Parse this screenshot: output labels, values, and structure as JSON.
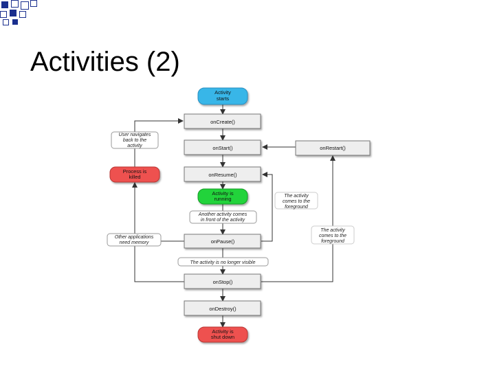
{
  "slide": {
    "title": "Activities (2)"
  },
  "colors": {
    "blue": "#39b6e8",
    "green": "#22d33a",
    "red": "#ee5150",
    "box_fill": "#eeeeee",
    "box_border": "#777777",
    "line": "#333333",
    "deco": "#1a2f8e"
  },
  "diagram": {
    "start": [
      "Activity",
      "starts"
    ],
    "on_create": "onCreate()",
    "user_navigates": [
      "User navigates",
      "back to the",
      "activity"
    ],
    "on_start": "onStart()",
    "on_restart": "onRestart()",
    "process_killed": [
      "Process is",
      "killed"
    ],
    "on_resume": "onResume()",
    "running": [
      "Activity is",
      "running"
    ],
    "foreground_1": [
      "The activity",
      "comes to the",
      "foreground"
    ],
    "another_activity": [
      "Another activity comes",
      "in front of the activity"
    ],
    "other_apps": [
      "Other applications",
      "need memory"
    ],
    "on_pause": "onPause()",
    "foreground_2": [
      "The activity",
      "comes to the",
      "foreground"
    ],
    "no_longer_visible": "The activity is no longer visible",
    "on_stop": "onStop()",
    "on_destroy": "onDestroy()",
    "shut_down": [
      "Activity is",
      "shut down"
    ]
  }
}
